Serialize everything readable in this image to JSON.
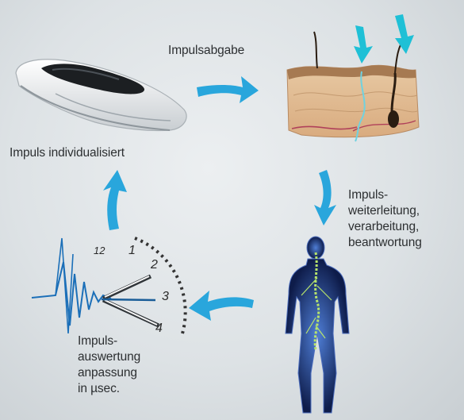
{
  "diagram": {
    "labels": {
      "impulsabgabe": "Impulsabgabe",
      "impuls_individualisiert": "Impuls individualisiert",
      "weiterleitung": [
        "Impuls-",
        "weiterleitung,",
        "verarbeitung,",
        "beantwortung"
      ],
      "auswertung": [
        "Impuls-",
        "auswertung",
        "anpassung",
        "in µsec."
      ]
    },
    "clock": {
      "numbers": [
        "12",
        "1",
        "2",
        "3",
        "4"
      ]
    },
    "colors": {
      "arrow": "#29a6dc",
      "text": "#2c2f31",
      "body": "#1b2f6b",
      "nerve": "#b7e46b"
    }
  }
}
